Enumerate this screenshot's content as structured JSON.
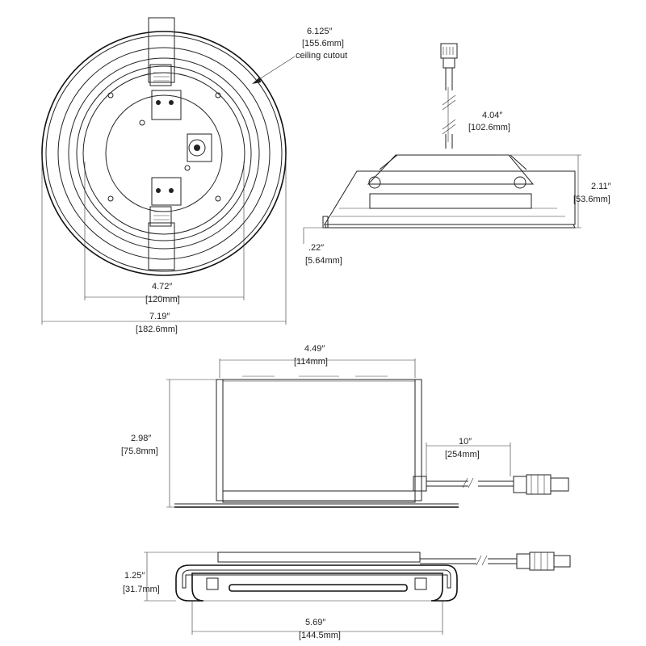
{
  "diagram": {
    "top_view": {
      "cutout": {
        "value": "6.125″",
        "metric": "[155.6mm]",
        "note": "ceiling cutout"
      },
      "inner_width": {
        "value": "4.72″",
        "metric": "[120mm]"
      },
      "outer_width": {
        "value": "7.19″",
        "metric": "[182.6mm]"
      }
    },
    "side_view": {
      "lead_length": {
        "value": "4.04″",
        "metric": "[102.6mm]"
      },
      "height": {
        "value": "2.11″",
        "metric": "[53.6mm]"
      },
      "flange": {
        "value": ".22″",
        "metric": "[5.64mm]"
      }
    },
    "driver_box": {
      "width": {
        "value": "4.49″",
        "metric": "[114mm]"
      },
      "height": {
        "value": "2.98″",
        "metric": "[75.8mm]"
      },
      "cable": {
        "value": "10″",
        "metric": "[254mm]"
      }
    },
    "driver_side": {
      "height": {
        "value": "1.25″",
        "metric": "[31.7mm]"
      },
      "length": {
        "value": "5.69″",
        "metric": "[144.5mm]"
      }
    }
  }
}
